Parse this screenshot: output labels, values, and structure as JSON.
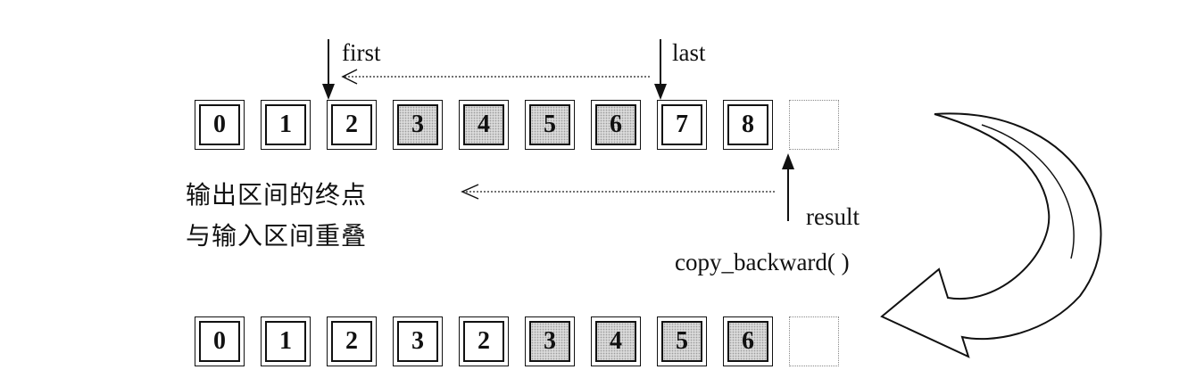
{
  "top_row": {
    "cells": [
      {
        "text": "0",
        "shaded": false
      },
      {
        "text": "1",
        "shaded": false
      },
      {
        "text": "2",
        "shaded": false
      },
      {
        "text": "3",
        "shaded": true
      },
      {
        "text": "4",
        "shaded": true
      },
      {
        "text": "5",
        "shaded": true
      },
      {
        "text": "6",
        "shaded": true
      },
      {
        "text": "7",
        "shaded": false
      },
      {
        "text": "8",
        "shaded": false
      },
      {
        "text": "",
        "shaded": false,
        "empty": true
      }
    ]
  },
  "bottom_row": {
    "cells": [
      {
        "text": "0",
        "shaded": false
      },
      {
        "text": "1",
        "shaded": false
      },
      {
        "text": "2",
        "shaded": false
      },
      {
        "text": "3",
        "shaded": false
      },
      {
        "text": "2",
        "shaded": false
      },
      {
        "text": "3",
        "shaded": true
      },
      {
        "text": "4",
        "shaded": true
      },
      {
        "text": "5",
        "shaded": true
      },
      {
        "text": "6",
        "shaded": true
      },
      {
        "text": "",
        "shaded": false,
        "empty": true
      }
    ]
  },
  "pointers": {
    "first": "first",
    "last": "last",
    "result": "result"
  },
  "function_name": "copy_backward( )",
  "note": {
    "line1": "输出区间的终点",
    "line2": "与输入区间重叠"
  },
  "colors": {
    "ink": "#111111",
    "shade": "#dadada",
    "dotted": "#888888"
  }
}
